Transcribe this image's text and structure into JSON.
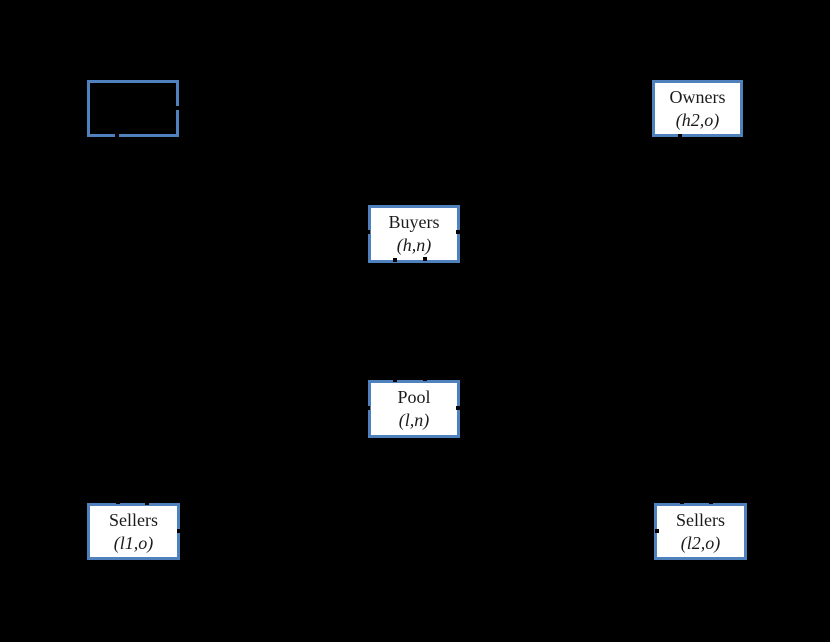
{
  "diagram": {
    "background_color": "#000000",
    "box_border_color": "#4f81bd",
    "box_fill_color": "#ffffff",
    "text_color": "#1b1b1b",
    "nodes": {
      "empty": {
        "title": "",
        "subtitle": ""
      },
      "owners": {
        "title": "Owners",
        "subtitle": "(h2,o)"
      },
      "buyers": {
        "title": "Buyers",
        "subtitle": "(h,n)"
      },
      "pool": {
        "title": "Pool",
        "subtitle": "(l,n)"
      },
      "sellers_l1": {
        "title": "Sellers",
        "subtitle": "(l1,o)"
      },
      "sellers_l2": {
        "title": "Sellers",
        "subtitle": "(l2,o)"
      }
    }
  }
}
